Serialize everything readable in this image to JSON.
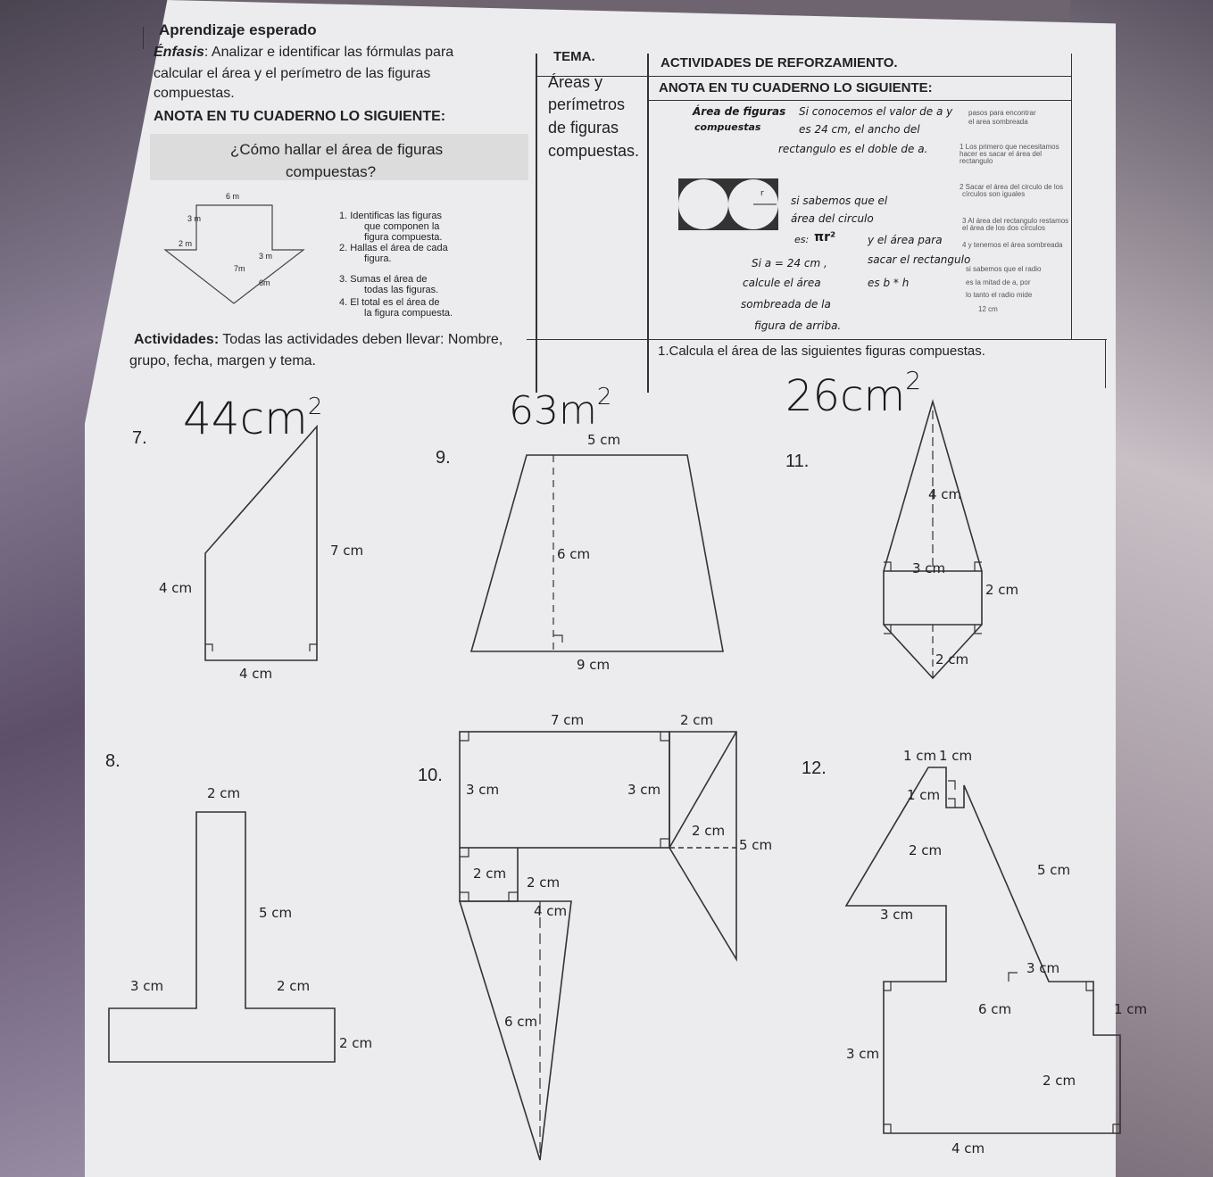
{
  "header": {
    "aprendizaje": "Aprendizaje esperado",
    "enfasis_label": "Énfasis",
    "enfasis_text": ": Analizar e identificar las fórmulas para",
    "enfasis_line2": "calcular el área y el perímetro de las figuras",
    "enfasis_line3": "compuestas.",
    "anota_left": "ANOTA EN TU CUADERNO LO SIGUIENTE:",
    "tema_label": "TEMA.",
    "tema_l1": "Áreas y",
    "tema_l2": "perímetros",
    "tema_l3": "de figuras",
    "tema_l4": "compuestas.",
    "actividades_title": "ACTIVIDADES DE REFORZAMIENTO.",
    "anota_right": "ANOTA EN TU CUADERNO LO SIGUIENTE:"
  },
  "como_hallar": {
    "title1": "¿Cómo hallar el área de figuras",
    "title2": "compuestas?",
    "steps": [
      "1. Identificas las figuras",
      "que componen la",
      "figura compuesta.",
      "2. Hallas el área de cada",
      "figura.",
      "3. Sumas el área de",
      "todas las figuras.",
      "4. El total es el área de",
      "la figura compuesta."
    ],
    "dims": [
      "6 m",
      "3 m",
      "2 m",
      "3 m",
      "7m",
      "6m"
    ]
  },
  "area_figuras": {
    "heading1": "Área de figuras",
    "heading2": "compuestas",
    "lines": [
      "Si conocemos el valor de a y",
      "es 24 cm, el ancho del",
      "rectangulo es el doble de a."
    ],
    "circle_lines": [
      "si sabemos que el",
      "área del circulo",
      "es:",
      "y el área para",
      "sacar el rectangulo",
      "es b * h"
    ],
    "formula": "πr²",
    "r_label": "r",
    "calc_lines": [
      "Si a = 24 cm ,",
      "calcule el área",
      "sombreada de la",
      "figura de arriba."
    ],
    "tiny_notes": [
      "pasos para encontrar",
      "el area sombreada",
      "1 Los primero que necesitamos",
      "hacer es sacar el área del",
      "rectangulo",
      "2 Sacar el área del circulo de los",
      "círculos son iguales",
      "3 Al área del rectangulo restamos",
      "el área de los dos círculos",
      "4 y tenemos el área sombreada",
      "si sabemos que el radio",
      "es la mitad de a, por",
      "lo tanto el radio mide",
      "12 cm"
    ]
  },
  "actividades": {
    "label": "Actividades:",
    "text": " Todas las actividades deben llevar: Nombre,",
    "line2": "grupo, fecha, margen y tema."
  },
  "instruction": "1.Calcula el área de las siguientes figuras compuestas.",
  "answers": {
    "a7": "44cm",
    "a7_exp": "2",
    "a9": "63m",
    "a9_exp": "2",
    "a11": "26cm",
    "a11_exp": "2"
  },
  "figures": {
    "fig7": {
      "num": "7.",
      "labels": [
        "7 cm",
        "4 cm",
        "4 cm"
      ]
    },
    "fig8": {
      "num": "8.",
      "labels": [
        "2 cm",
        "5 cm",
        "2 cm",
        "3 cm",
        "2 cm"
      ]
    },
    "fig9": {
      "num": "9.",
      "labels": [
        "5 cm",
        "6 cm",
        "9 cm"
      ]
    },
    "fig10": {
      "num": "10.",
      "labels": [
        "7 cm",
        "2 cm",
        "3 cm",
        "3 cm",
        "2 cm",
        "5 cm",
        "2 cm",
        "2 cm",
        "4 cm",
        "6 cm"
      ]
    },
    "fig11": {
      "num": "11.",
      "labels": [
        "4 cm",
        "3 cm",
        "2 cm",
        "2 cm"
      ]
    },
    "fig12": {
      "num": "12.",
      "labels": [
        "1 cm",
        "1 cm",
        "1 cm",
        "2 cm",
        "5 cm",
        "3 cm",
        "3 cm",
        "6 cm",
        "1 cm",
        "3 cm",
        "2 cm",
        "4 cm"
      ]
    }
  }
}
